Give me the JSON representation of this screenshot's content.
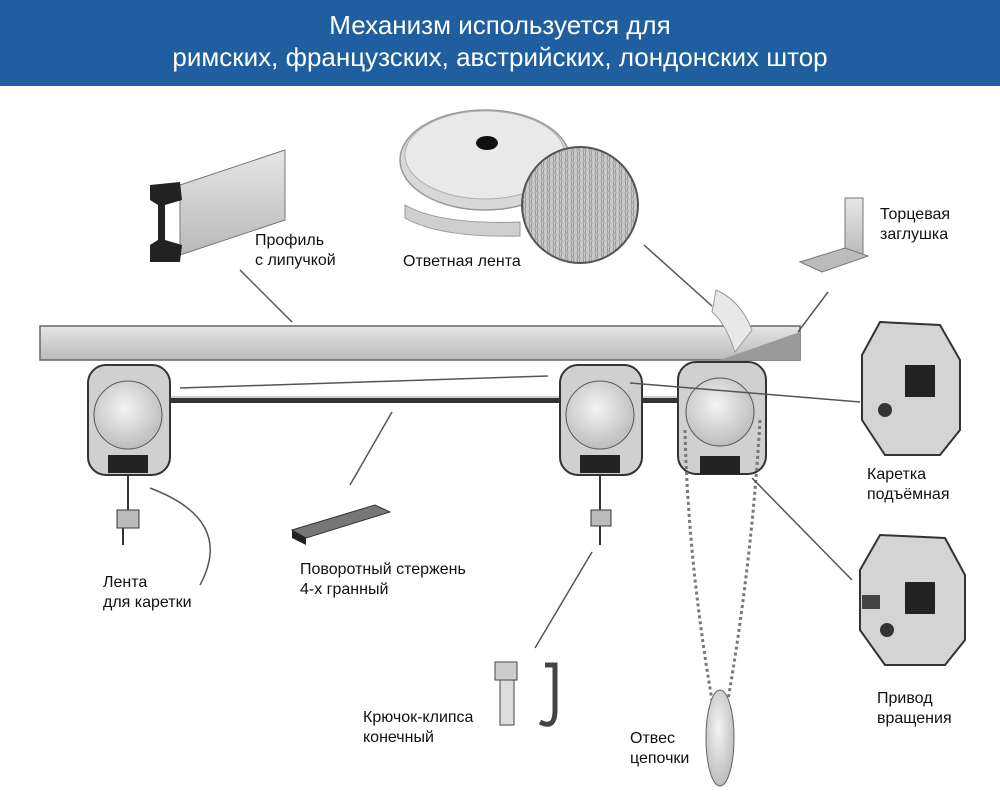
{
  "header": {
    "line1": "Механизм используется для",
    "line2": "римских, французских, австрийских, лондонских штор",
    "background": "#1f5f9f"
  },
  "labels": {
    "profile": [
      "Профиль",
      "с липучкой"
    ],
    "tape": [
      "Ответная лента"
    ],
    "endcap": [
      "Торцевая",
      "заглушка"
    ],
    "carriage": [
      "Каретка",
      "подъёмная"
    ],
    "rod": [
      "Поворотный стержень",
      "4-х гранный"
    ],
    "carriage_tape": [
      "Лента",
      "для каретки"
    ],
    "hook": [
      "Крючок-клипса",
      "конечный"
    ],
    "weight": [
      "Отвес",
      "цепочки"
    ],
    "drive": [
      "Привод",
      "вращения"
    ]
  }
}
